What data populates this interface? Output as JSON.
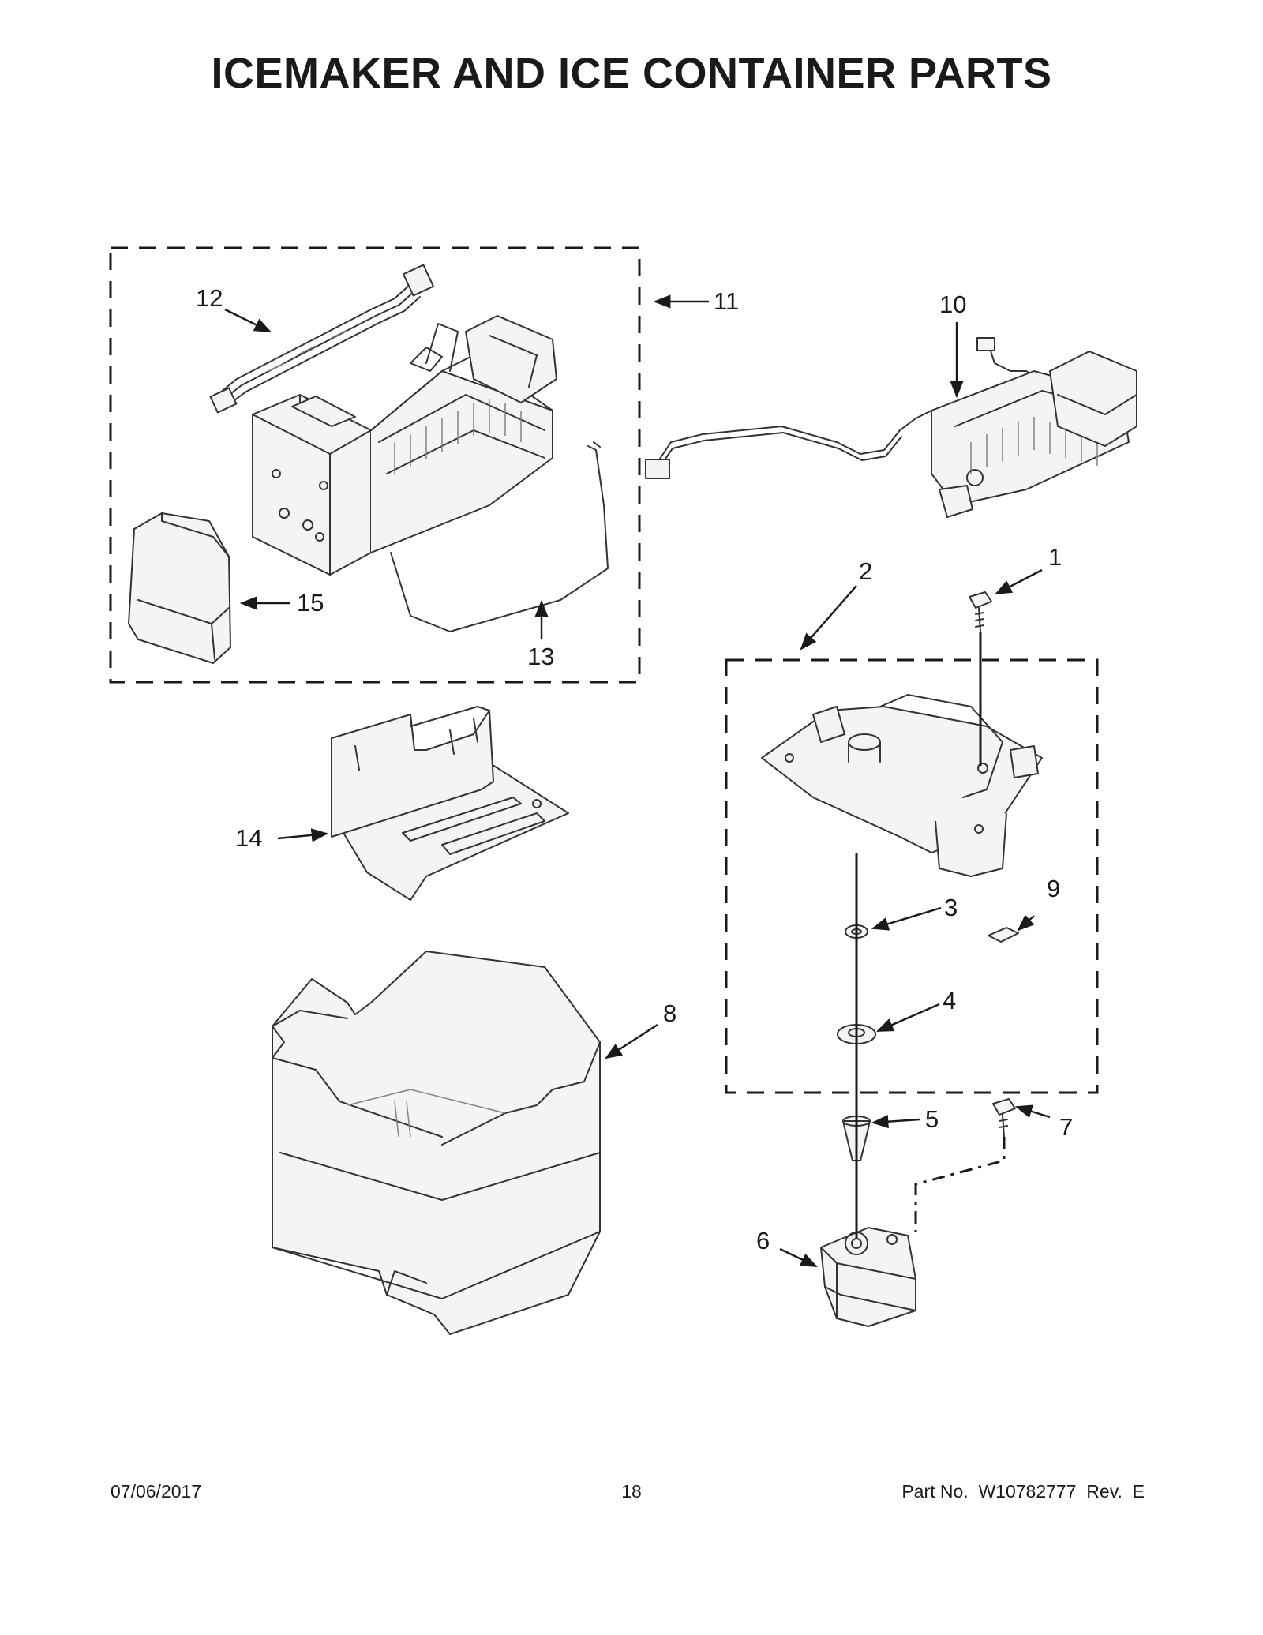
{
  "title": "ICEMAKER AND ICE CONTAINER PARTS",
  "callouts": [
    "1",
    "2",
    "3",
    "4",
    "5",
    "6",
    "7",
    "8",
    "9",
    "10",
    "11",
    "12",
    "13",
    "14",
    "15"
  ],
  "footer": {
    "date": "07/06/2017",
    "page": "18",
    "part_no": "Part No.  W10782777  Rev.  E"
  }
}
